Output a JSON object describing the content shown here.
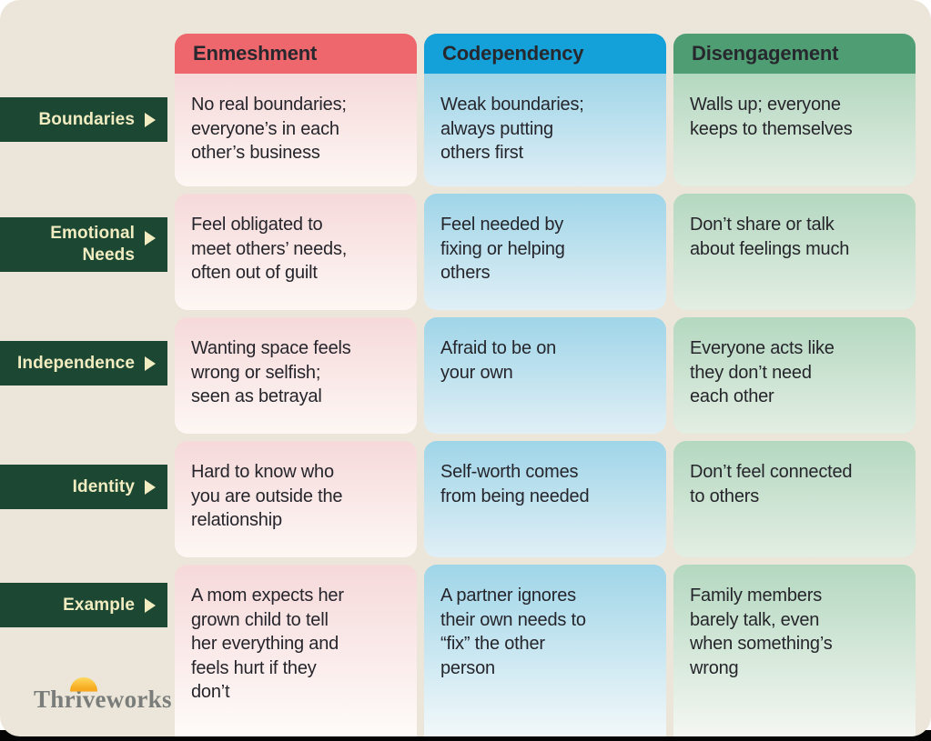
{
  "page": {
    "canvas_background": "#ebe6d9",
    "outer_background": "#ffffff",
    "bottom_edge_color": "#050505"
  },
  "row_label_style": {
    "background": "#1c4733",
    "text_color": "#f2ecc1",
    "arrow_icon": "right-triangle"
  },
  "columns": [
    {
      "title": "Enmeshment",
      "header_color": "#ed676d",
      "cell_gradient_top": "#f6d9da",
      "cell_gradient_bottom": "#fdf7f4",
      "cell_gradient_bottom_last": "#fefbf9"
    },
    {
      "title": "Codependency",
      "header_color": "#14a0d8",
      "cell_gradient_top": "#9fd5e8",
      "cell_gradient_bottom": "#e0eff6",
      "cell_gradient_bottom_last": "#f2f8fa"
    },
    {
      "title": "Disengagement",
      "header_color": "#4f9e73",
      "cell_gradient_top": "#b4d8c0",
      "cell_gradient_bottom": "#e3eee3",
      "cell_gradient_bottom_last": "#f4f7f2"
    }
  ],
  "rows": [
    {
      "label": "Boundaries",
      "cells": [
        "No real boundaries;\neveryone’s in each\nother’s business",
        "Weak boundaries;\nalways putting\nothers first",
        "Walls up; everyone\nkeeps to themselves"
      ]
    },
    {
      "label": "Emotional\nNeeds",
      "cells": [
        "Feel obligated to\nmeet others’ needs,\noften out of guilt",
        "Feel needed by\nfixing or helping\nothers",
        "Don’t share or talk\nabout feelings much"
      ]
    },
    {
      "label": "Independence",
      "cells": [
        "Wanting space feels\nwrong or selfish;\nseen as betrayal",
        "Afraid to be on\nyour own",
        "Everyone acts like\nthey don’t need\neach other"
      ]
    },
    {
      "label": "Identity",
      "cells": [
        "Hard to know who\nyou are outside the\nrelationship",
        "Self-worth comes\nfrom being needed",
        "Don’t feel connected\nto others"
      ]
    },
    {
      "label": "Example",
      "cells": [
        "A mom expects her\ngrown child to tell\nher everything and\nfeels hurt if they\ndon’t",
        "A partner ignores\ntheir own needs to\n“fix” the other\nperson",
        "Family members\nbarely talk, even\nwhen something’s\nwrong"
      ]
    }
  ],
  "footer": {
    "logo_text": "Thriveworks"
  },
  "chart_data": {
    "type": "table",
    "title": "",
    "columns": [
      "Enmeshment",
      "Codependency",
      "Disengagement"
    ],
    "row_labels": [
      "Boundaries",
      "Emotional Needs",
      "Independence",
      "Identity",
      "Example"
    ],
    "values": [
      [
        "No real boundaries; everyone’s in each other’s business",
        "Weak boundaries; always putting others first",
        "Walls up; everyone keeps to themselves"
      ],
      [
        "Feel obligated to meet others’ needs, often out of guilt",
        "Feel needed by fixing or helping others",
        "Don’t share or talk about feelings much"
      ],
      [
        "Wanting space feels wrong or selfish; seen as betrayal",
        "Afraid to be on your own",
        "Everyone acts like they don’t need each other"
      ],
      [
        "Hard to know who you are outside the relationship",
        "Self-worth comes from being needed",
        "Don’t feel connected to others"
      ],
      [
        "A mom expects her grown child to tell her everything and feels hurt if they don’t",
        "A partner ignores their own needs to “fix” the other person",
        "Family members barely talk, even when something’s wrong"
      ]
    ]
  }
}
